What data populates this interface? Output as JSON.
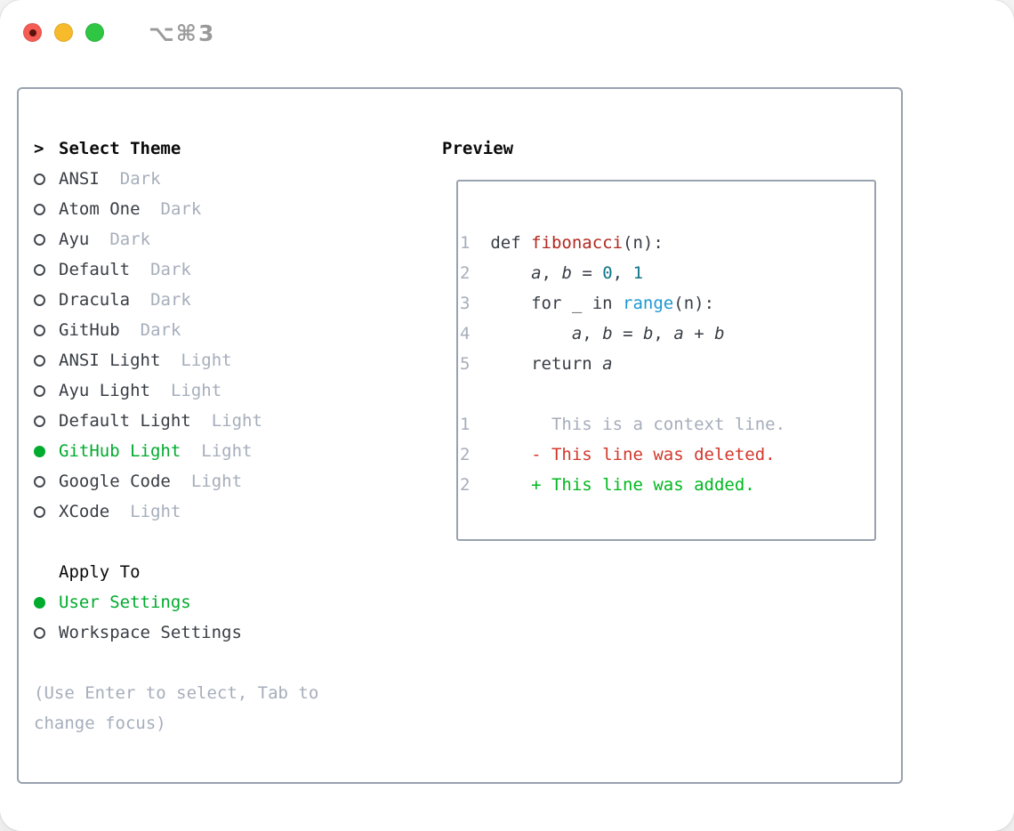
{
  "titlebar": {
    "shortcut_label": "⌥⌘3",
    "buttons": [
      "close",
      "minimize",
      "zoom"
    ]
  },
  "theme_picker": {
    "cursor": ">",
    "title": "Select Theme",
    "items": [
      {
        "label": "ANSI",
        "variant": "Dark",
        "selected": false
      },
      {
        "label": "Atom One",
        "variant": "Dark",
        "selected": false
      },
      {
        "label": "Ayu",
        "variant": "Dark",
        "selected": false
      },
      {
        "label": "Default",
        "variant": "Dark",
        "selected": false
      },
      {
        "label": "Dracula",
        "variant": "Dark",
        "selected": false
      },
      {
        "label": "GitHub",
        "variant": "Dark",
        "selected": false
      },
      {
        "label": "ANSI Light",
        "variant": "Light",
        "selected": false
      },
      {
        "label": "Ayu Light",
        "variant": "Light",
        "selected": false
      },
      {
        "label": "Default Light",
        "variant": "Light",
        "selected": false
      },
      {
        "label": "GitHub Light",
        "variant": "Light",
        "selected": true
      },
      {
        "label": "Google Code",
        "variant": "Light",
        "selected": false
      },
      {
        "label": "XCode",
        "variant": "Light",
        "selected": false
      }
    ]
  },
  "apply_to": {
    "title": "Apply To",
    "options": [
      {
        "label": "User Settings",
        "selected": true
      },
      {
        "label": "Workspace Settings",
        "selected": false
      }
    ]
  },
  "help": {
    "lines": [
      "(Use Enter to select, Tab to",
      "change focus)"
    ]
  },
  "preview": {
    "title": "Preview",
    "lines": [
      [
        {
          "t": "1",
          "c": "num"
        },
        {
          "t": "  def ",
          "c": "code"
        },
        {
          "t": "fibonacci",
          "c": "fn"
        },
        {
          "t": "(n):",
          "c": "code"
        }
      ],
      [
        {
          "t": "2",
          "c": "num"
        },
        {
          "t": "      ",
          "c": "code"
        },
        {
          "t": "a",
          "c": "var"
        },
        {
          "t": ", ",
          "c": "code"
        },
        {
          "t": "b",
          "c": "var"
        },
        {
          "t": " = ",
          "c": "code"
        },
        {
          "t": "0",
          "c": "lit"
        },
        {
          "t": ", ",
          "c": "code"
        },
        {
          "t": "1",
          "c": "lit"
        }
      ],
      [
        {
          "t": "3",
          "c": "num"
        },
        {
          "t": "      for _ in ",
          "c": "code"
        },
        {
          "t": "range",
          "c": "bi"
        },
        {
          "t": "(n):",
          "c": "code"
        }
      ],
      [
        {
          "t": "4",
          "c": "num"
        },
        {
          "t": "          ",
          "c": "code"
        },
        {
          "t": "a",
          "c": "var"
        },
        {
          "t": ", ",
          "c": "code"
        },
        {
          "t": "b",
          "c": "var"
        },
        {
          "t": " = ",
          "c": "code"
        },
        {
          "t": "b",
          "c": "var"
        },
        {
          "t": ", ",
          "c": "code"
        },
        {
          "t": "a",
          "c": "var"
        },
        {
          "t": " + ",
          "c": "code"
        },
        {
          "t": "b",
          "c": "var"
        }
      ],
      [
        {
          "t": "5",
          "c": "num"
        },
        {
          "t": "      return ",
          "c": "code"
        },
        {
          "t": "a",
          "c": "var"
        }
      ],
      [],
      [
        {
          "t": "1",
          "c": "num"
        },
        {
          "t": "        This is a context line.",
          "c": "ctx"
        }
      ],
      [
        {
          "t": "2",
          "c": "num"
        },
        {
          "t": "      - This line was deleted.",
          "c": "del"
        }
      ],
      [
        {
          "t": "2",
          "c": "num"
        },
        {
          "t": "      + This line was added.",
          "c": "add"
        }
      ]
    ]
  },
  "colors": {
    "selected_green": "#00ab2e",
    "added_green": "#00b81f",
    "deleted_red": "#d2382b",
    "function_red": "#b2271f",
    "number_teal": "#0f7489",
    "builtin_blue": "#1f98d3",
    "text_dark": "#383d44",
    "muted_gray": "#a6aebb",
    "border_gray": "#99a2af"
  }
}
